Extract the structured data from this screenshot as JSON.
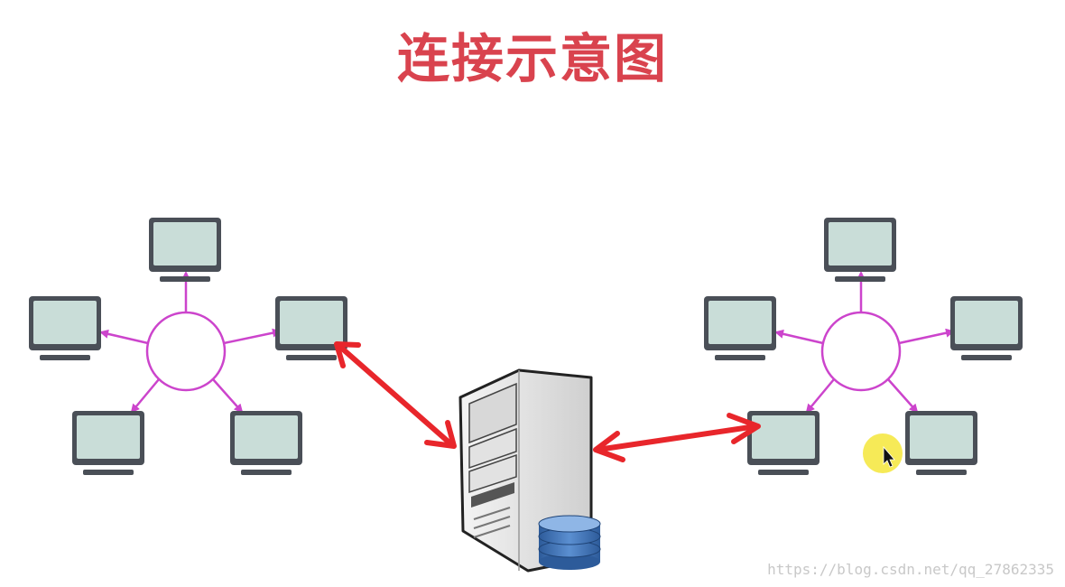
{
  "title": "连接示意图",
  "watermark": "https://blog.csdn.net/qq_27862335",
  "colors": {
    "title": "#d9434e",
    "hub_link": "#cc44cc",
    "server_link": "#e8262b",
    "monitor_screen": "#c9ddd8",
    "monitor_frame": "#4a4f57",
    "cursor_highlight": "#f5e63a"
  },
  "icons": [
    "monitor-icon",
    "server-icon",
    "database-icon",
    "hub-circle",
    "mouse-cursor-icon"
  ]
}
